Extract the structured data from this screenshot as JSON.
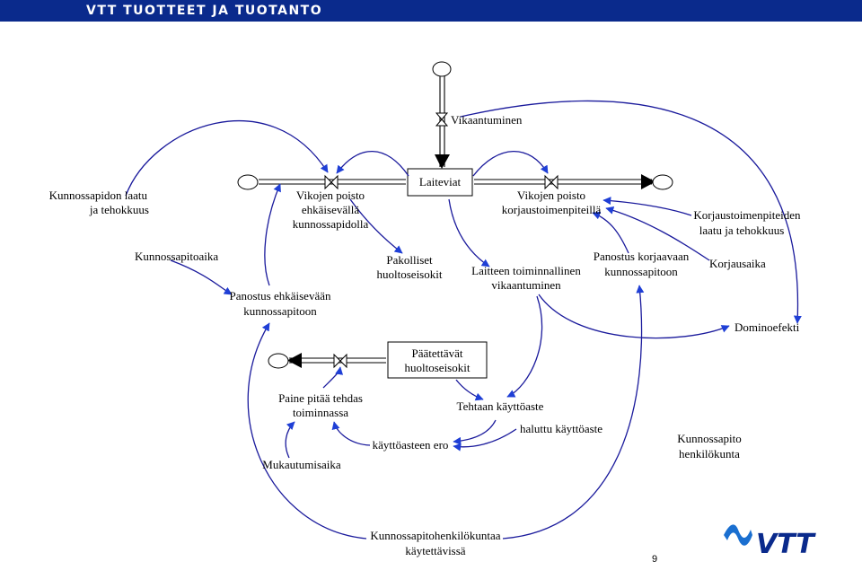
{
  "header": {
    "title": "VTT TUOTTEET JA TUOTANTO"
  },
  "labels": {
    "vikaantuminen": "Vikaantuminen",
    "laitevikat": "Laiteviat",
    "kunnossapidon_laatu_1": "Kunnossapidon laatu",
    "kunnossapidon_laatu_2": "ja tehokkuus",
    "vikojen_ehk_1": "Vikojen poisto",
    "vikojen_ehk_2": "ehkäisevällä",
    "vikojen_ehk_3": "kunnossapidolla",
    "vikojen_korj_1": "Vikojen poisto",
    "vikojen_korj_2": "korjaustoimenpiteillä",
    "korjaustoim_laatu_1": "Korjaustoimenpiteiden",
    "korjaustoim_laatu_2": "laatu ja tehokkuus",
    "kunnossapitoaika": "Kunnossapitoaika",
    "pakolliset_1": "Pakolliset",
    "pakolliset_2": "huoltoseisokit",
    "laitteen_1": "Laitteen toiminnallinen",
    "laitteen_2": "vikaantuminen",
    "panostus_korj_1": "Panostus korjaavaan",
    "panostus_korj_2": "kunnossapitoon",
    "korjausaika": "Korjausaika",
    "panostus_ehk_1": "Panostus ehkäisevään",
    "panostus_ehk_2": "kunnossapitoon",
    "dominoefekti": "Dominoefekti",
    "paatettavat_1": "Päätettävät",
    "paatettavat_2": "huoltoseisokit",
    "paine_1": "Paine pitää tehdas",
    "paine_2": "toiminnassa",
    "tehtaan_kayttoaste": "Tehtaan käyttöaste",
    "haluttu_kayttoaste": "haluttu käyttöaste",
    "kayttoasteen_ero": "käyttöasteen ero",
    "mukautumisaika": "Mukautumisaika",
    "kunnossapito_henk_1": "Kunnossapito",
    "kunnossapito_henk_2": "henkilökunta",
    "kunnossapitohenk_kayt_1": "Kunnossapitohenkilökuntaa",
    "kunnossapitohenk_kayt_2": "käytettävissä"
  },
  "footer": {
    "page_number": "9",
    "logo_text": "VTT"
  },
  "colors": {
    "header": "#0a2a8c",
    "link": "#1a1a9c",
    "arrowhead": "#1f3fd6"
  }
}
